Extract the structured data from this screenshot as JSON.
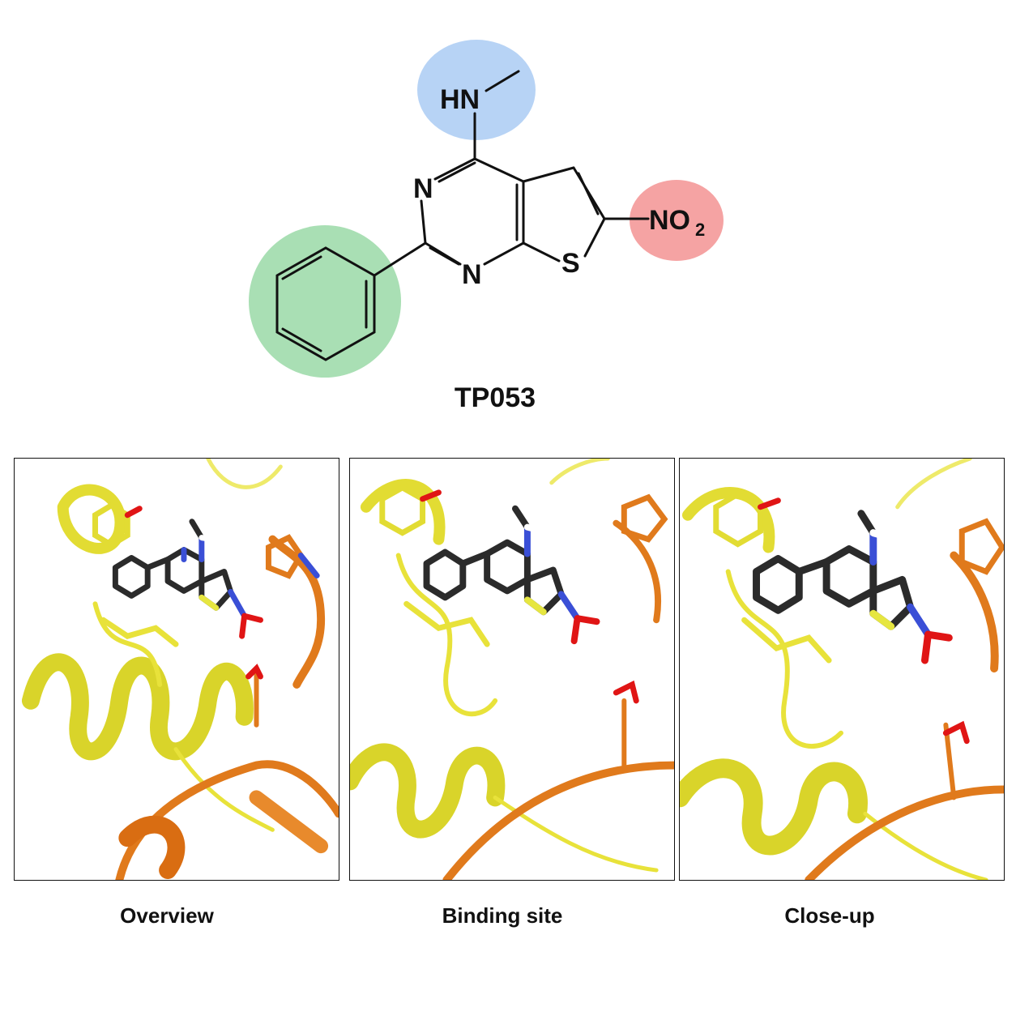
{
  "molecule": {
    "name": "TP053",
    "atoms": {
      "hn": "HN",
      "n1": "N",
      "n2": "N",
      "s": "S",
      "no2": "NO",
      "no2_sub": "2"
    },
    "highlight_colors": {
      "methylamino": "#b7d3f5",
      "nitro": "#f5a3a3",
      "phenyl": "#a9dfb4"
    }
  },
  "colors": {
    "helix_yellow": "#e8e23a",
    "helix_orange": "#e07a1c",
    "ligand_carbon": "#2b2b2b",
    "nitrogen": "#3a4fd6",
    "oxygen": "#e01515",
    "sulfur": "#e6e640"
  },
  "panels": [
    {
      "caption": "Overview"
    },
    {
      "caption": "Binding site"
    },
    {
      "caption": "Close-up"
    }
  ]
}
